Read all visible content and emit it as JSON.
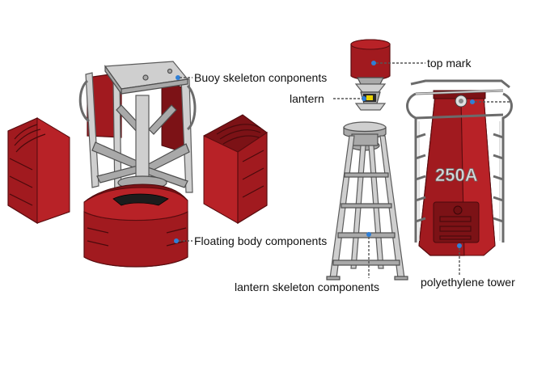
{
  "labels": {
    "buoy_skeleton": "Buoy skeleton conponents",
    "floating_body": "Floating body components",
    "top_mark": "top mark",
    "lantern": "lantern",
    "lantern_skeleton": "lantern skeleton components",
    "polyethylene_tower": "polyethylene tower",
    "tower_marking": "250A"
  },
  "colors": {
    "body_red": "#a11a1f",
    "metal_grey": "#cfcfcf",
    "pointer_dot": "#2f7fd6"
  }
}
